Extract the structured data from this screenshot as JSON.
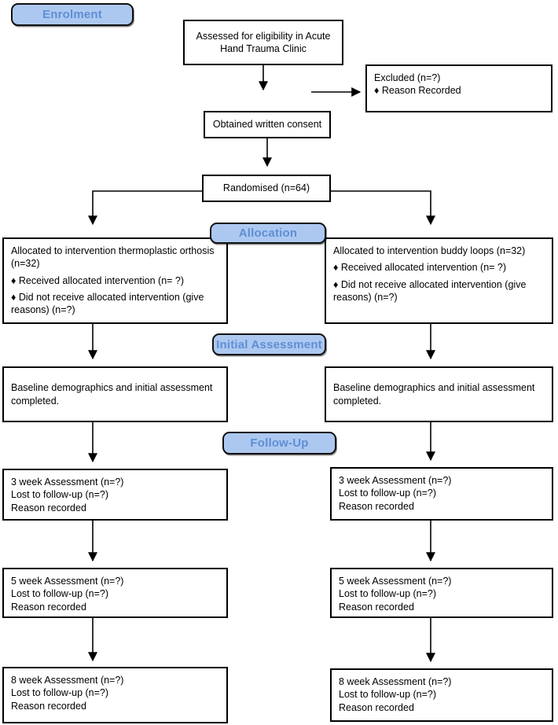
{
  "colors": {
    "stage_fill": "#adc8f0",
    "stage_text": "#5e8fd5",
    "stage_border": "#111111",
    "box_border": "#000000",
    "box_fill": "#ffffff",
    "arrow": "#000000"
  },
  "stages": {
    "enrolment": {
      "label": "Enrolment"
    },
    "allocation": {
      "label": "Allocation"
    },
    "initial_assessment": {
      "label": "Initial Assessment"
    },
    "follow_up": {
      "label": "Follow-Up"
    }
  },
  "boxes": {
    "eligibility": {
      "lines": [
        "Assessed for eligibility in Acute Hand Trauma Clinic"
      ]
    },
    "excluded": {
      "lines": [
        "Excluded (n=?)",
        "♦  Reason Recorded"
      ]
    },
    "consent": {
      "lines": [
        "Obtained written consent"
      ]
    },
    "randomised": {
      "lines": [
        "Randomised (n=64)"
      ]
    },
    "allocation_left": {
      "lines": [
        "Allocated to intervention thermoplastic orthosis (n=32)",
        "♦ Received allocated intervention (n= ?)",
        "♦ Did not receive allocated intervention (give reasons) (n=?)"
      ]
    },
    "allocation_right": {
      "lines": [
        "Allocated to intervention buddy loops (n=32)",
        "♦ Received allocated intervention (n= ?)",
        "♦ Did not receive allocated intervention (give reasons) (n=?)"
      ]
    },
    "baseline_left": {
      "lines": [
        "Baseline demographics and initial assessment completed."
      ]
    },
    "baseline_right": {
      "lines": [
        "Baseline demographics and initial assessment completed."
      ]
    },
    "week3_left": {
      "lines": [
        "3 week Assessment (n=?)",
        "Lost to follow-up (n=?)",
        "Reason recorded"
      ]
    },
    "week3_right": {
      "lines": [
        "3 week Assessment (n=?)",
        "Lost to follow-up (n=?)",
        "Reason recorded"
      ]
    },
    "week5_left": {
      "lines": [
        "5 week Assessment (n=?)",
        "Lost to follow-up (n=?)",
        "Reason recorded"
      ]
    },
    "week5_right": {
      "lines": [
        "5 week Assessment (n=?)",
        "Lost to follow-up (n=?)",
        "Reason recorded"
      ]
    },
    "week8_left": {
      "lines": [
        "8 week Assessment (n=?)",
        "Lost to follow-up (n=?)",
        "Reason recorded"
      ]
    },
    "week8_right": {
      "lines": [
        "8 week Assessment (n=?)",
        "Lost to follow-up (n=?)",
        "Reason recorded"
      ]
    }
  }
}
